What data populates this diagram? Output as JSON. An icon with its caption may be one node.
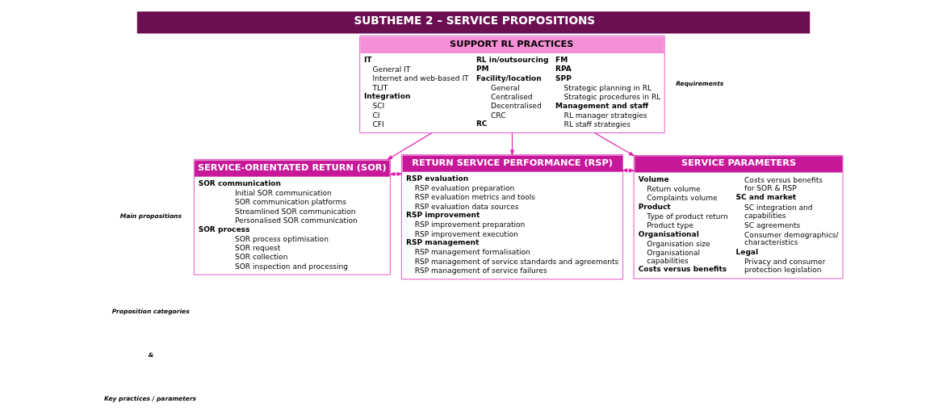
{
  "diagram": {
    "title": "SUBTHEME 2 – SERVICE PROPOSITIONS",
    "nodes": [
      {
        "text": [
          "SERVICE-ORIENTATED RETURN (SOR)",
          "SOR communication",
          "Initial SOR communication",
          "SOR communication platforms",
          "Streamlined SOR communication",
          "Personalised SOR communication",
          "SOR process",
          "SOR process optimisation",
          "SOR request",
          "SOR collection",
          "SOR inspection and processing"
        ]
      },
      {
        "text": [
          "RETURN SERVICE PERFORMANCE (RSP)",
          "RSP evaluation",
          "RSP evaluation preparation",
          "RSP evaluation metrics and tools",
          "RSP evaluation data sources",
          "RSP improvement",
          "RSP improvement preparation",
          "RSP improvement execution",
          "RSP management",
          "RSP management formalisation",
          "RSP management of service standards and agreements",
          "RSP management of service failures"
        ]
      },
      {
        "text": [
          "SERVICE PARAMETERS",
          "Volume",
          "Return volume",
          "Complaints volume",
          "Product",
          "Type of product return",
          "Product type",
          "Organisational",
          "Organisation size",
          "Organisational capabilities",
          "Costs versus benefits",
          "Costs versus benefits for SOR & RSP",
          "SC and market",
          "SC integration and capabilities",
          "SC agreements",
          "Consumer demographics/ characteristics",
          "Legal",
          "Privacy and consumer protection legislation"
        ]
      },
      {
        "text": [
          "SUPPORT RL PRACTICES",
          "IT",
          "General IT",
          "Internet and web-based IT",
          "TLIT",
          "Integration",
          "SCI",
          "CI",
          "CFI",
          "RL in/outsourcing",
          "PM",
          "Facility/location",
          "General",
          "Centralised",
          "Decentralised",
          "CRC",
          "RC",
          "FM",
          "RPA",
          "SPP",
          "Strategic planning in RL",
          "Strategic procedures in RL",
          "Management and staff",
          "RL manager strategies",
          "RL staff strategies"
        ]
      }
    ],
    "edges": [
      {
        "from": 0,
        "to": 1,
        "arrow": "both"
      },
      {
        "from": 1,
        "to": 2,
        "arrow": "both"
      },
      {
        "from": 3,
        "to": 0,
        "arrow": "to"
      },
      {
        "from": 3,
        "to": 1,
        "arrow": "to"
      },
      {
        "from": 3,
        "to": 2,
        "arrow": "to"
      }
    ],
    "labels": [
      "Main propositions",
      "Proposition categories",
      "&",
      "Key practices / parameters",
      "Requirements"
    ]
  }
}
